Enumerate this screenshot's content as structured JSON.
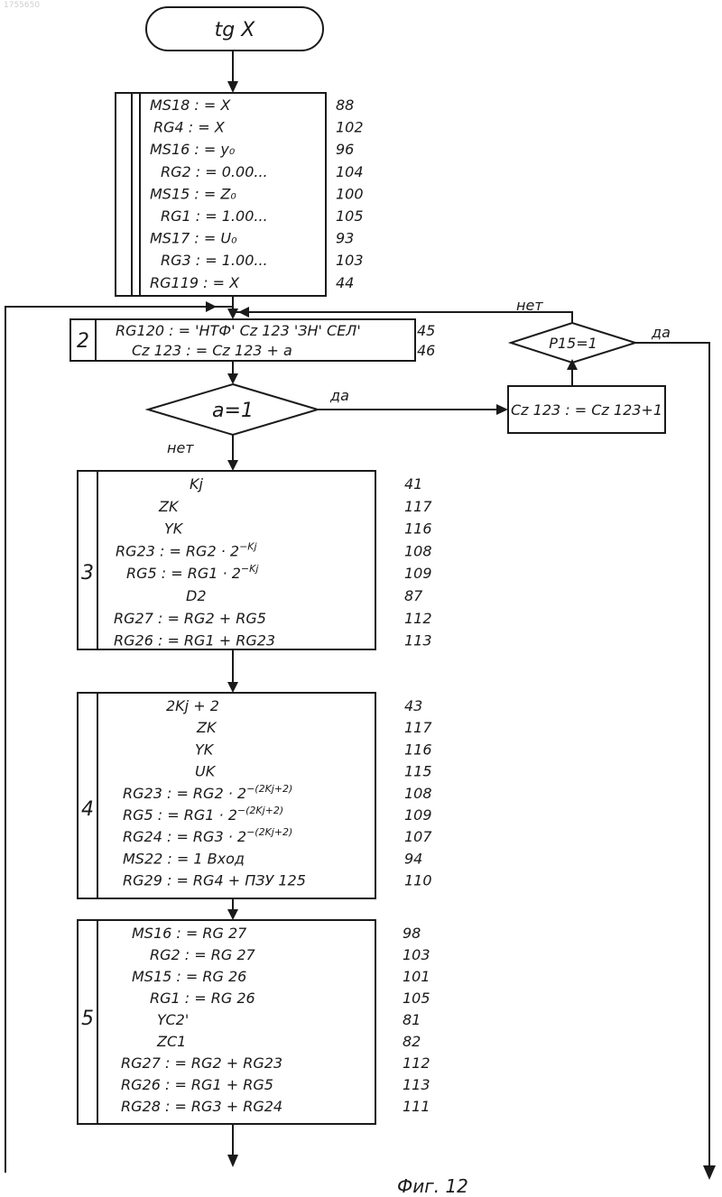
{
  "corner_mark": "1755650",
  "start": {
    "label": "tg X"
  },
  "block1": {
    "lines": [
      {
        "text": "MS18 : = X",
        "num": "88"
      },
      {
        "text": "RG4 : = X",
        "num": "102"
      },
      {
        "text": "MS16 : = y₀",
        "num": "96"
      },
      {
        "text": "RG2 : = 0.00...",
        "num": "104"
      },
      {
        "text": "MS15 : = Z₀",
        "num": "100"
      },
      {
        "text": "RG1 : = 1.00...",
        "num": "105"
      },
      {
        "text": "MS17 : = U₀",
        "num": "93"
      },
      {
        "text": "RG3 : = 1.00...",
        "num": "103"
      },
      {
        "text": "RG119 : = X",
        "num": "44"
      }
    ]
  },
  "block2": {
    "index": "2",
    "lines": [
      {
        "text": "RG120 : = 'НТФ' Cz 123 'ЗН' СЕЛ'",
        "num": "45"
      },
      {
        "text": "Cz 123 : = Cz 123 + a",
        "num": "46"
      }
    ]
  },
  "decision1": {
    "cond": "a=1",
    "yes": "да",
    "no": "нет"
  },
  "side_box": {
    "text": "Cz 123 : = Cz 123+1"
  },
  "decision2": {
    "cond": "P15=1",
    "yes": "да",
    "no": "нет"
  },
  "block3": {
    "index": "3",
    "lines": [
      {
        "base": "Kj",
        "sup": "",
        "num": "41"
      },
      {
        "base": "ZK",
        "sup": "",
        "num": "117"
      },
      {
        "base": "YK",
        "sup": "",
        "num": "116"
      },
      {
        "base": "RG23 : = RG2 · 2",
        "sup": "−Kj",
        "num": "108"
      },
      {
        "base": "RG5 : = RG1 · 2",
        "sup": "−Kj",
        "num": "109"
      },
      {
        "base": "D2",
        "sup": "",
        "num": "87"
      },
      {
        "base": "RG27 : = RG2 + RG5",
        "sup": "",
        "num": "112"
      },
      {
        "base": "RG26 : = RG1 + RG23",
        "sup": "",
        "num": "113"
      }
    ]
  },
  "block4": {
    "index": "4",
    "lines": [
      {
        "base": "2Kj + 2",
        "sup": "",
        "num": "43"
      },
      {
        "base": "ZK",
        "sup": "",
        "num": "117"
      },
      {
        "base": "YK",
        "sup": "",
        "num": "116"
      },
      {
        "base": "UK",
        "sup": "",
        "num": "115"
      },
      {
        "base": "RG23 : = RG2 · 2",
        "sup": "−(2Kj+2)",
        "num": "108"
      },
      {
        "base": "RG5 : = RG1 · 2",
        "sup": "−(2Kj+2)",
        "num": "109"
      },
      {
        "base": "RG24 : = RG3 · 2",
        "sup": "−(2Kj+2)",
        "num": "107"
      },
      {
        "base": "MS22 : = 1 Вход",
        "sup": "",
        "num": "94"
      },
      {
        "base": "RG29 : = RG4 + ПЗУ 125",
        "sup": "",
        "num": "110"
      }
    ]
  },
  "block5": {
    "index": "5",
    "lines": [
      {
        "text": "MS16 : = RG 27",
        "num": "98"
      },
      {
        "text": "RG2 : = RG 27",
        "num": "103"
      },
      {
        "text": "MS15 : = RG 26",
        "num": "101"
      },
      {
        "text": "RG1 : = RG 26",
        "num": "105"
      },
      {
        "text": "YC2'",
        "num": "81"
      },
      {
        "text": "ZC1",
        "num": "82"
      },
      {
        "text": "RG27 : = RG2 + RG23",
        "num": "112"
      },
      {
        "text": "RG26 : = RG1 + RG5",
        "num": "113"
      },
      {
        "text": "RG28 : = RG3 + RG24",
        "num": "111"
      }
    ]
  },
  "caption": "Фиг. 12"
}
